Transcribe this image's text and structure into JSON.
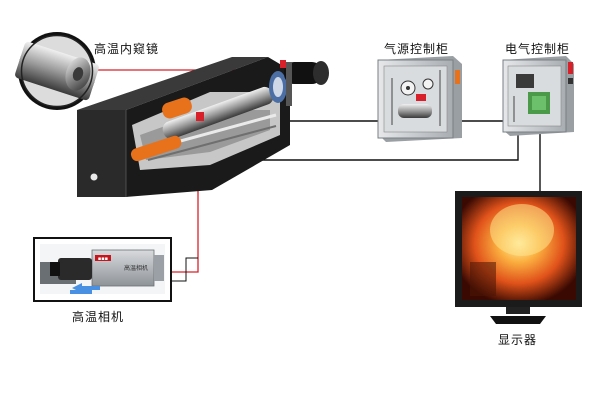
{
  "labels": {
    "endoscope": "高温内窥镜",
    "gas_cabinet": "气源控制柜",
    "electric_cabinet": "电气控制柜",
    "camera": "高温相机",
    "monitor": "显示器"
  },
  "camera_brand_text": "高温相机",
  "colors": {
    "connector_red": "#d8202a",
    "cable_black": "#111111",
    "housing_dark": "#1a1a1a",
    "cabinet_gray": "#c9cdd0",
    "fire_orange": "#f07a18",
    "accent_orange": "#e8721c"
  }
}
